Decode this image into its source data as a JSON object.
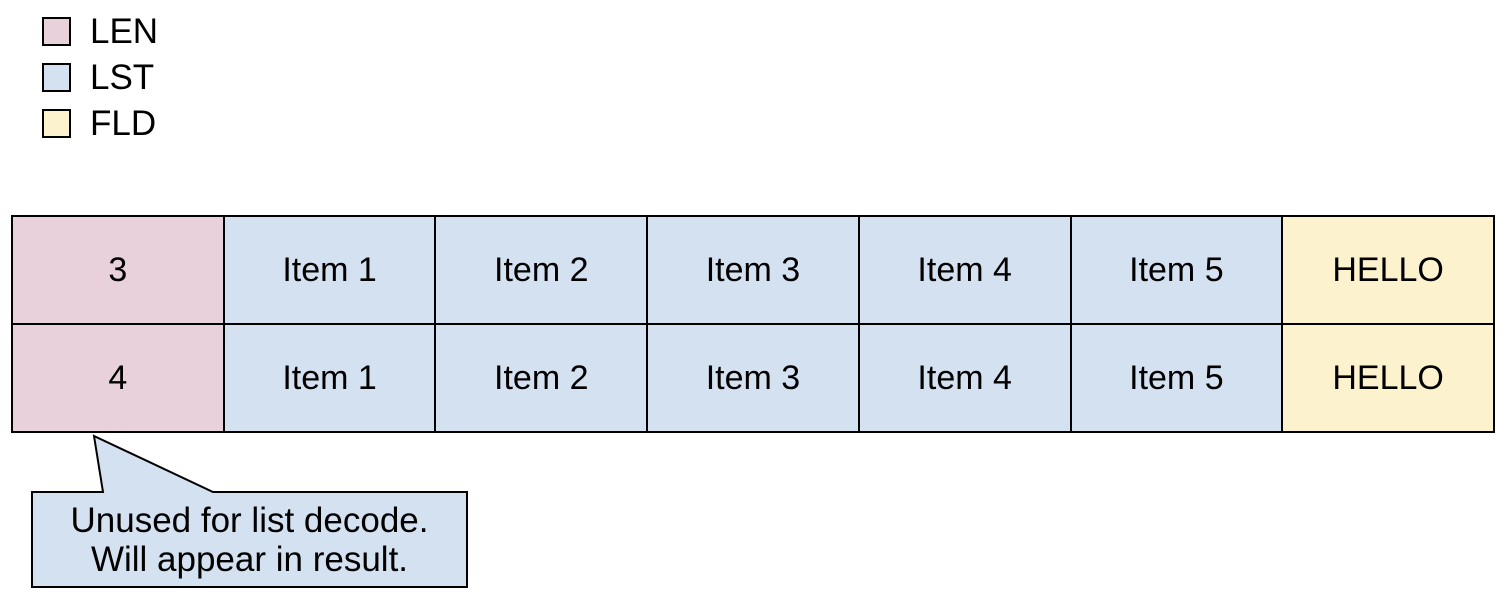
{
  "colors": {
    "LEN": "#e8d1da",
    "LST": "#d4e1f0",
    "FLD": "#fcf2cd",
    "border": "#000000"
  },
  "legend": {
    "items": [
      {
        "label": "LEN",
        "type": "LEN"
      },
      {
        "label": "LST",
        "type": "LST"
      },
      {
        "label": "FLD",
        "type": "FLD"
      }
    ]
  },
  "table": {
    "rows": [
      {
        "cells": [
          {
            "text": "3",
            "type": "LEN"
          },
          {
            "text": "Item 1",
            "type": "LST"
          },
          {
            "text": "Item 2",
            "type": "LST"
          },
          {
            "text": "Item 3",
            "type": "LST"
          },
          {
            "text": "Item 4",
            "type": "LST"
          },
          {
            "text": "Item 5",
            "type": "LST"
          },
          {
            "text": "HELLO",
            "type": "FLD"
          }
        ]
      },
      {
        "cells": [
          {
            "text": "4",
            "type": "LEN"
          },
          {
            "text": "Item 1",
            "type": "LST"
          },
          {
            "text": "Item 2",
            "type": "LST"
          },
          {
            "text": "Item 3",
            "type": "LST"
          },
          {
            "text": "Item 4",
            "type": "LST"
          },
          {
            "text": "Item 5",
            "type": "LST"
          },
          {
            "text": "HELLO",
            "type": "FLD"
          }
        ]
      }
    ]
  },
  "callout": {
    "fill": "#d4e1f0",
    "stroke": "#000000",
    "lines": [
      "Unused for list decode.",
      "Will appear in result."
    ]
  }
}
